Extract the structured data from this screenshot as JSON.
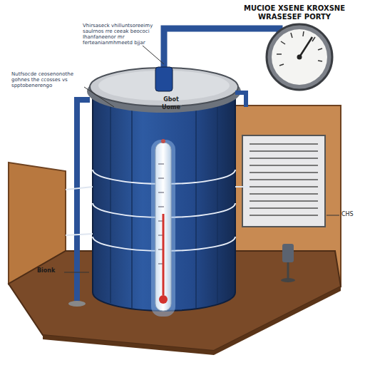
{
  "diagram": {
    "labels": [
      "MUCIOE XSENE KROXSNE WRASESEF PORTY",
      "Vhirsaseck vhilluntsoreeimy saulrnos rre ceeak beococi Ihanfaneenor mr ferteanianmhmeetd bjjar",
      "Nutfsocde ceosenonothe gohnes the ccosses vs spptobenerengo",
      "Gbot",
      "Uome",
      "Bionk",
      "CHS"
    ]
  }
}
